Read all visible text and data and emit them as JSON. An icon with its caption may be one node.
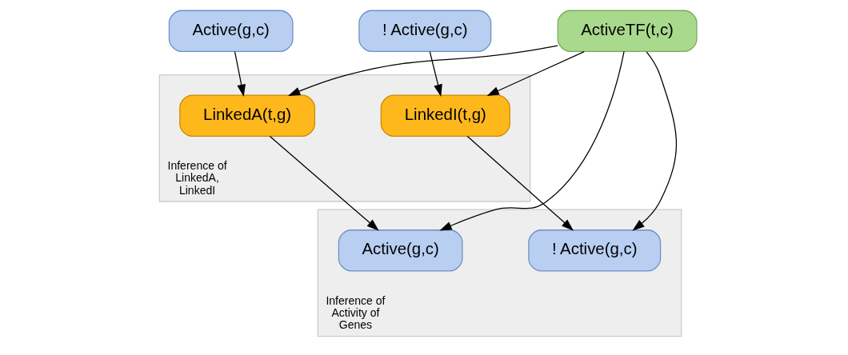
{
  "diagram": {
    "nodes": [
      {
        "text": [
          "Active(g,c)"
        ]
      },
      {
        "text": [
          "ActiveTF(t,c)"
        ]
      },
      {
        "text": [
          "! Active(g,c)"
        ]
      },
      {
        "text": [
          "Inference of LinkedA, LinkedI"
        ]
      },
      {
        "text": [
          "LinkedA(t,g)"
        ],
        "in": 3
      },
      {
        "text": [
          "LinkedI(t,g)"
        ],
        "in": 3
      },
      {
        "text": [
          "Inference of Activity of Genes"
        ]
      },
      {
        "text": [
          "Active(g,c)"
        ],
        "in": 6
      },
      {
        "text": [
          "! Active(g,c)"
        ],
        "in": 6
      }
    ],
    "edges": [
      {
        "from": 0,
        "to": 4,
        "arrow": "to"
      },
      {
        "from": 1,
        "to": 4,
        "arrow": "to"
      },
      {
        "from": 1,
        "to": 7,
        "arrow": "to"
      },
      {
        "from": 1,
        "to": 8,
        "arrow": "to"
      },
      {
        "from": 1,
        "to": 5,
        "arrow": "to"
      },
      {
        "from": 2,
        "to": 5,
        "arrow": "to"
      },
      {
        "from": 4,
        "to": 7,
        "arrow": "to"
      },
      {
        "from": 5,
        "to": 8,
        "arrow": "to"
      }
    ]
  }
}
